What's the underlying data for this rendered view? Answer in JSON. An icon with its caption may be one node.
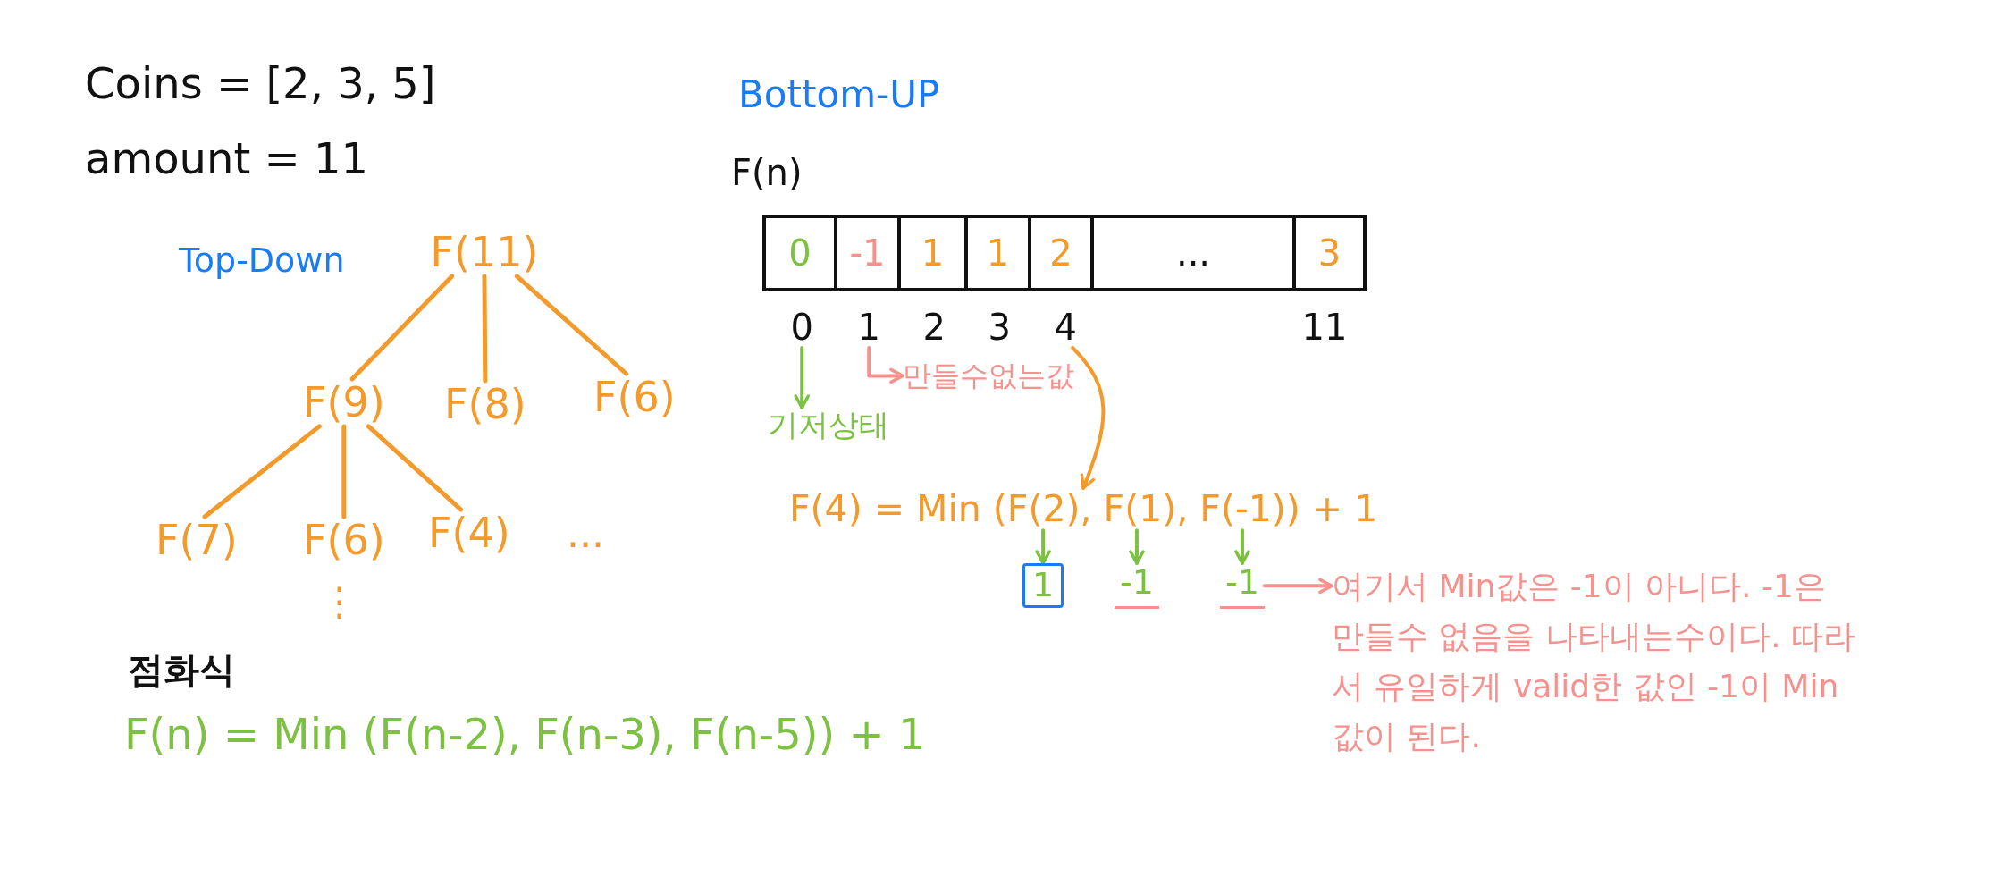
{
  "diagram": {
    "nodes": [
      {
        "text": [
          "F(11)"
        ]
      },
      {
        "text": [
          "F(9)"
        ]
      },
      {
        "text": [
          "F(8)"
        ]
      },
      {
        "text": [
          "F(6)"
        ]
      },
      {
        "text": [
          "F(7)"
        ]
      },
      {
        "text": [
          "F(6)"
        ]
      },
      {
        "text": [
          "F(4)"
        ]
      },
      {
        "text": [
          "0"
        ]
      },
      {
        "text": [
          "1"
        ]
      },
      {
        "text": [
          "4"
        ]
      },
      {
        "text": [
          "기저상태"
        ]
      },
      {
        "text": [
          "만들수없는값"
        ]
      },
      {
        "text": [
          "F(4) = Min (F(2), F(1), F(-1)) + 1"
        ]
      },
      {
        "text": [
          "1"
        ]
      },
      {
        "text": [
          "-1"
        ]
      },
      {
        "text": [
          "-1"
        ]
      },
      {
        "text": [
          "여기서 Min값은 -1이 아니다. -1은 만들수 없음을 나타내는수이다. 따라서 유일하게 valid한 값인 -1이 Min 값이 된다."
        ]
      }
    ],
    "edges": [
      {
        "from": 0,
        "to": 1,
        "arrow": "none"
      },
      {
        "from": 0,
        "to": 2,
        "arrow": "none"
      },
      {
        "from": 0,
        "to": 3,
        "arrow": "none"
      },
      {
        "from": 1,
        "to": 4,
        "arrow": "none"
      },
      {
        "from": 1,
        "to": 5,
        "arrow": "none"
      },
      {
        "from": 1,
        "to": 6,
        "arrow": "none"
      },
      {
        "from": 7,
        "to": 10,
        "arrow": "to",
        "color": "#7dc142"
      },
      {
        "from": 8,
        "to": 11,
        "arrow": "to",
        "color": "#f5928e"
      },
      {
        "from": 9,
        "to": 12,
        "arrow": "to"
      },
      {
        "from": 12,
        "to": 13,
        "arrow": "to",
        "color": "#7dc142"
      },
      {
        "from": 12,
        "to": 14,
        "arrow": "to",
        "color": "#7dc142"
      },
      {
        "from": 12,
        "to": 15,
        "arrow": "to",
        "color": "#7dc142"
      },
      {
        "from": 15,
        "to": 16,
        "arrow": "to",
        "color": "#f5928e"
      }
    ],
    "labels": [
      "Coins = [2, 3, 5]",
      "Bottom-UP",
      "amount = 11",
      "F(n)",
      "Top-Down",
      "0",
      "-1",
      "1",
      "1",
      "2",
      "...",
      "3",
      "2",
      "3",
      "11",
      "...",
      "⋮",
      "점화식",
      "F(n) = Min (F(n-2), F(n-3), F(n-5)) + 1"
    ]
  }
}
